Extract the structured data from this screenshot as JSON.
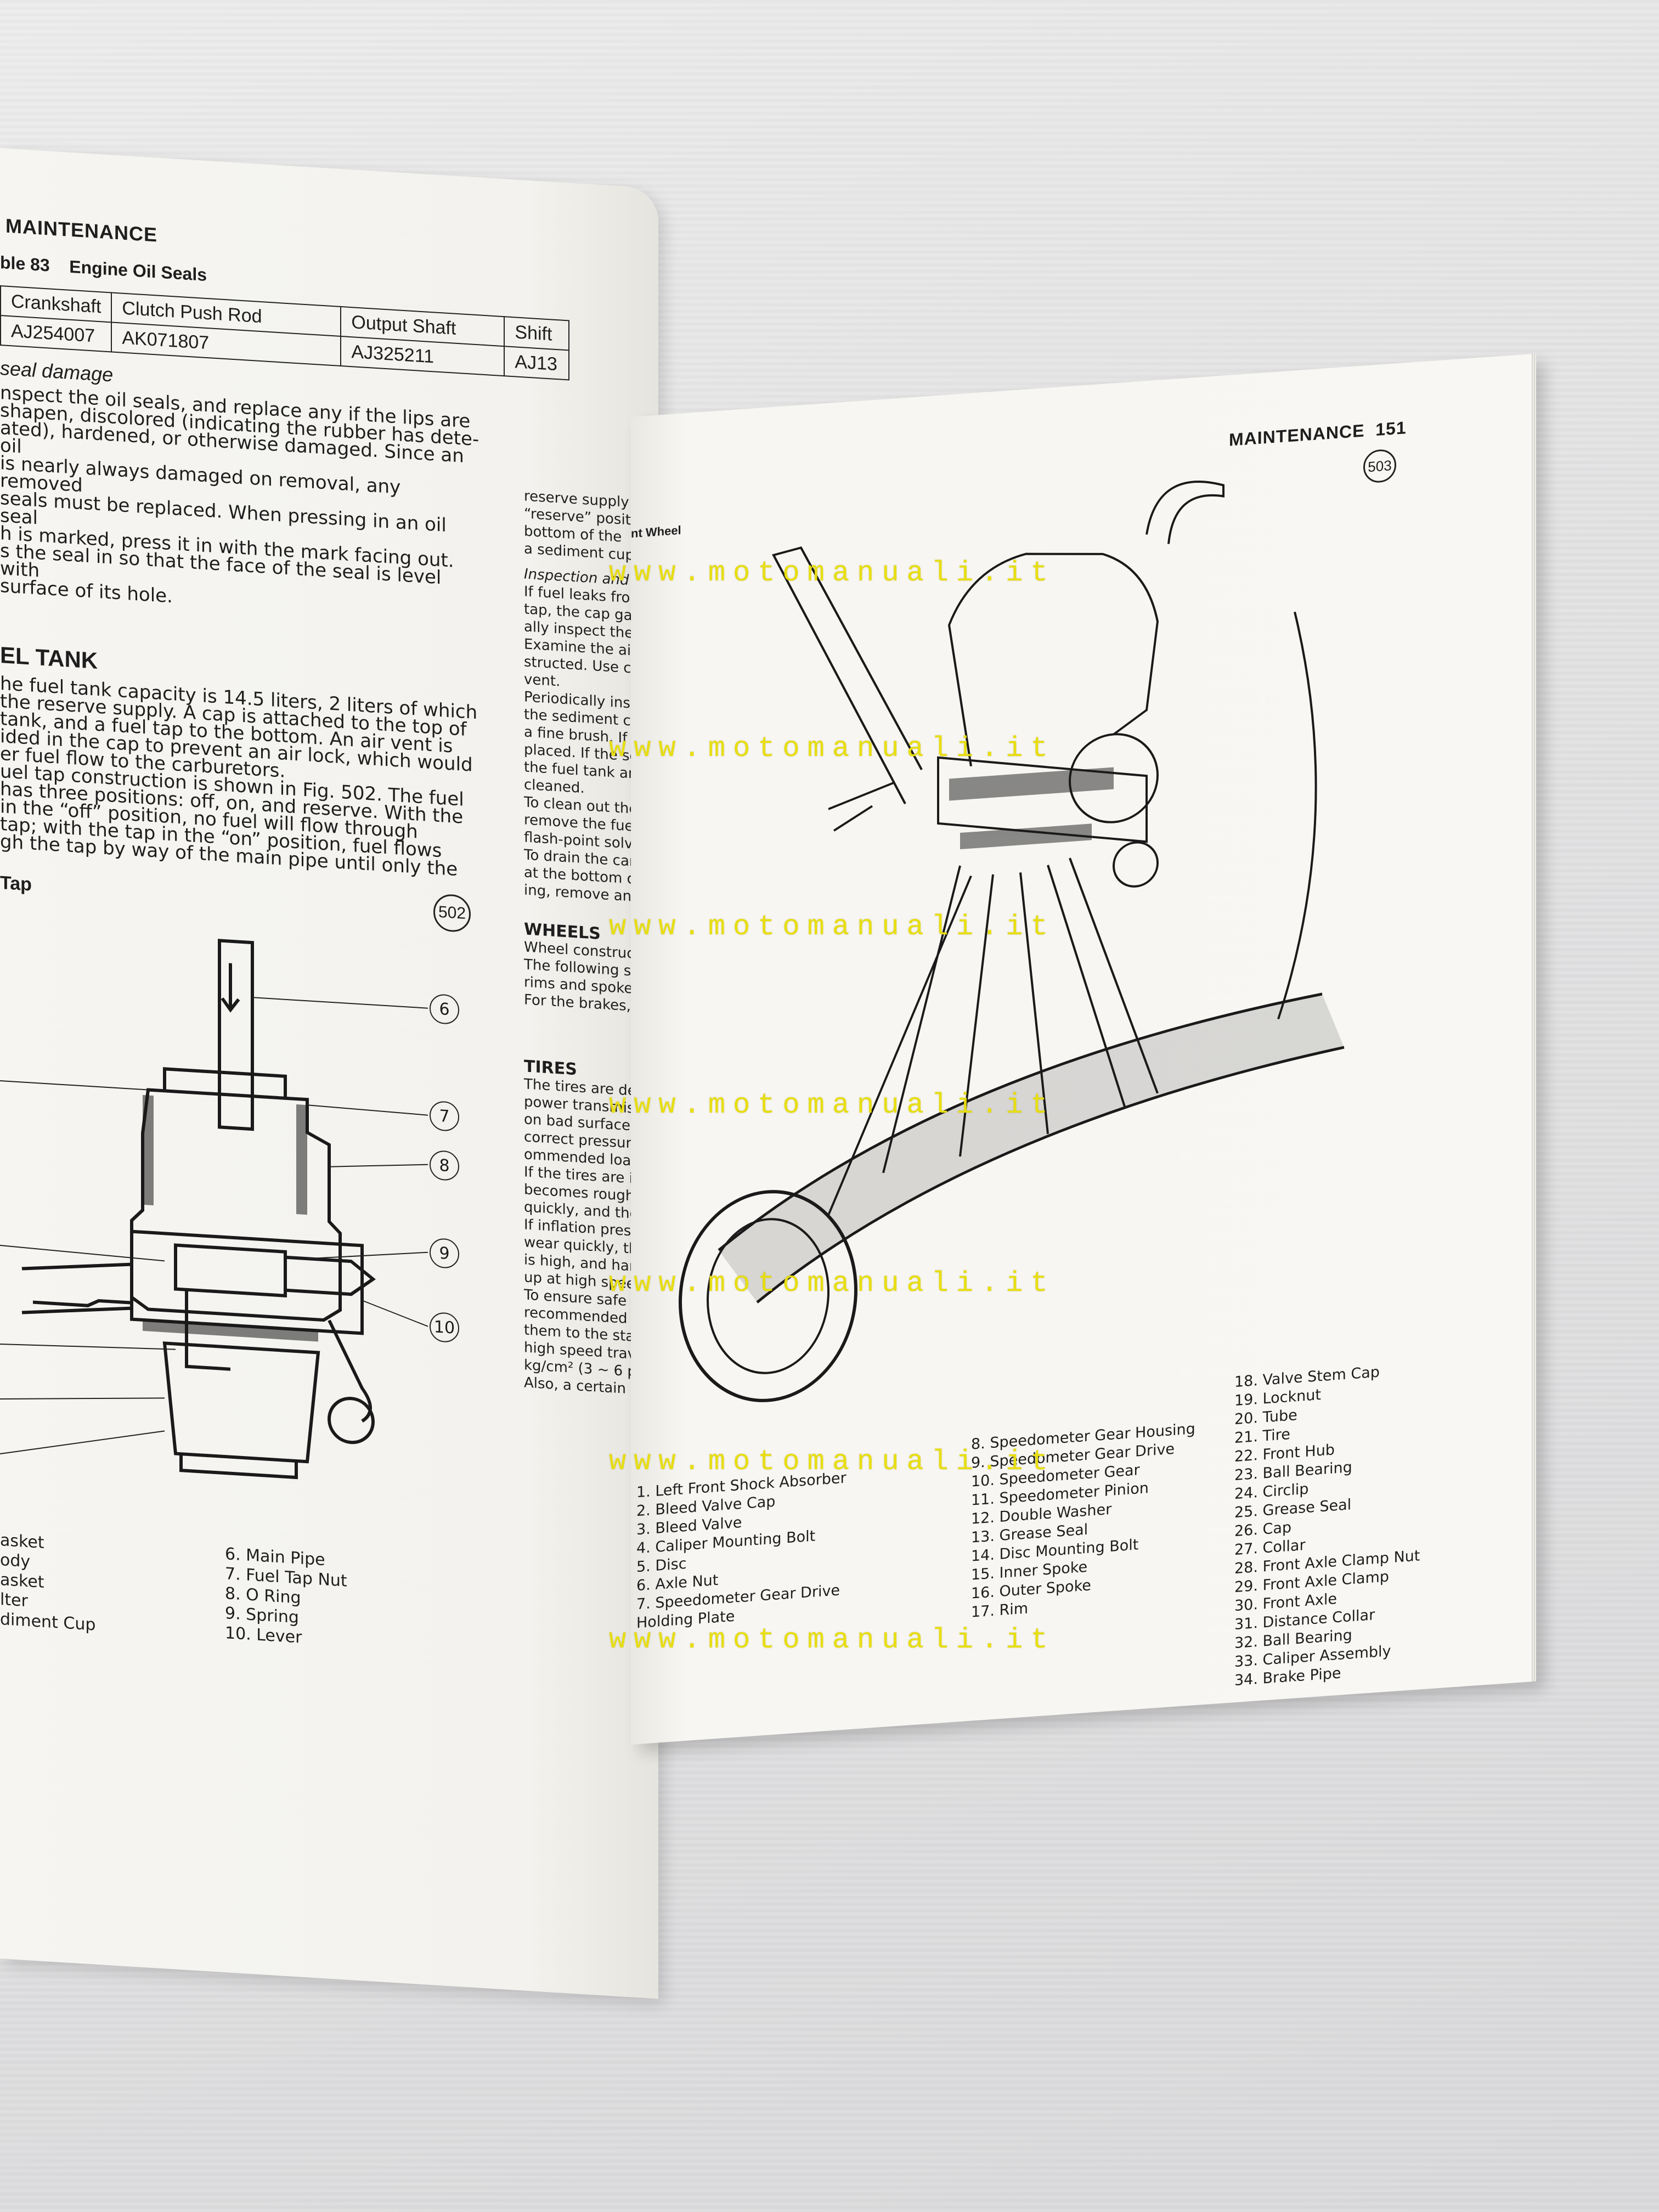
{
  "watermark": "www.motomanuali.it",
  "left_page": {
    "header": "MAINTENANCE",
    "table_caption": {
      "number": "ble 83",
      "title": "Engine Oil Seals"
    },
    "table": [
      [
        "Crankshaft",
        "Clutch Push Rod",
        "Output Shaft",
        "Shift"
      ],
      [
        "AJ254007",
        "AK071807",
        "AJ325211",
        "AJ13"
      ]
    ],
    "seal_damage": {
      "heading": "seal damage",
      "lines": [
        "nspect the oil seals, and replace any if the lips are",
        "shapen, discolored (indicating the rubber has dete-",
        "ated), hardened, or otherwise damaged.  Since an oil",
        "is nearly always damaged on removal, any removed",
        "seals must be replaced.  When pressing in an oil seal",
        "h is marked, press it in with the mark facing out.",
        "s the seal in so that the face of the seal is level with",
        "surface of its hole."
      ]
    },
    "fuel_tank": {
      "heading": "EL TANK",
      "lines": [
        "he fuel tank capacity is 14.5 liters, 2 liters of which",
        "the reserve supply.  A cap is attached to the top of",
        "tank, and a fuel tap to the bottom.  An air vent is",
        "ided in the cap to prevent an air lock, which would",
        "er fuel flow to the carburetors.",
        "uel tap construction is shown in Fig. 502.  The fuel",
        "has three positions:  off, on, and reserve.  With the",
        "in the “off” position, no fuel will flow through",
        "tap; with the tap in the “on” position, fuel flows",
        "gh the tap by way of the main pipe until only the"
      ]
    },
    "fuel_tap_figure": {
      "title": "Tap",
      "number": "502",
      "callouts": [
        "6",
        "7",
        "8",
        "9",
        "10"
      ],
      "legend_left": [
        "asket",
        "ody",
        "asket",
        "lter",
        "diment Cup"
      ],
      "legend_right": [
        "6.  Main Pipe",
        "7.  Fuel Tap Nut",
        "8.  O Ring",
        "9.  Spring",
        "10.  Lever"
      ]
    },
    "column": {
      "reserve": [
        "reserve supply is left",
        "“reserve” position",
        "bottom of the",
        "a sediment cup to"
      ],
      "inspection_heading": "Inspection and clea",
      "inspection": [
        "If fuel leaks from",
        "tap, the cap gasket o",
        "ally inspect these for",
        "Examine the air",
        "structed.  Use co",
        "vent.",
        "Periodically inspect",
        "the sediment cup, usi",
        "a fine brush.  If the",
        "placed.  If the sedimen",
        "the fuel tank and the",
        "cleaned.",
        "To clean out the fuel",
        "remove the fuel",
        "flash-point solvent.",
        "To drain the carburetor",
        "at the bottom of each",
        "ing, remove and disasse",
        ""
      ],
      "wheels_heading": "WHEELS",
      "wheels": [
        "Wheel construction is",
        "The following section",
        "rims and spokes, axles, gr",
        "For the brakes, see Pg."
      ],
      "tires_heading": "TIRES",
      "tires": [
        "The tires are designed",
        "power transmission during",
        "on bad surfaces. To do this",
        "correct pressure and not",
        "ommended load, in additi",
        "If the tires are inflated",
        "becomes rough, the contr",
        "quickly, and the",
        "If inflation pressure",
        "wear quickly, the cord",
        "is high, and handling",
        "up at high speeds, and tire",
        "To ensure safe handli",
        "recommended standard",
        "them to the standard press",
        "high speed travel",
        "kg/cm² (3 ~ 6 psi)",
        "Also, a certain variation"
      ]
    }
  },
  "right_page": {
    "header": {
      "section": "MAINTENANCE",
      "page_number": "151"
    },
    "figure": {
      "title_fragment": "nt Wheel",
      "number": "503"
    },
    "legend_col1": [
      "1.  Left Front Shock Absorber",
      "2.  Bleed Valve Cap",
      "3.  Bleed Valve",
      "4.  Caliper Mounting Bolt",
      "5.  Disc",
      "6.  Axle Nut",
      "7.  Speedometer Gear Drive",
      "Holding Plate"
    ],
    "legend_col2": [
      "8.  Speedometer Gear Housing",
      "9.  Speedometer Gear Drive",
      "10.  Speedometer Gear",
      "11.  Speedometer Pinion",
      "12.  Double Washer",
      "13.  Grease Seal",
      "14.  Disc Mounting Bolt",
      "15.  Inner Spoke",
      "16.  Outer Spoke",
      "17.  Rim"
    ],
    "legend_col3": [
      "18.  Valve Stem Cap",
      "19.  Locknut",
      "20.  Tube",
      "21.  Tire",
      "22.  Front Hub",
      "23.  Ball Bearing",
      "24.  Circlip",
      "25.  Grease Seal",
      "26.  Cap",
      "27.  Collar",
      "28.  Front Axle Clamp Nut",
      "29.  Front Axle Clamp",
      "30.  Front Axle",
      "31.  Distance Collar",
      "32.  Ball Bearing",
      "33.  Caliper Assembly",
      "34.  Brake Pipe"
    ]
  }
}
